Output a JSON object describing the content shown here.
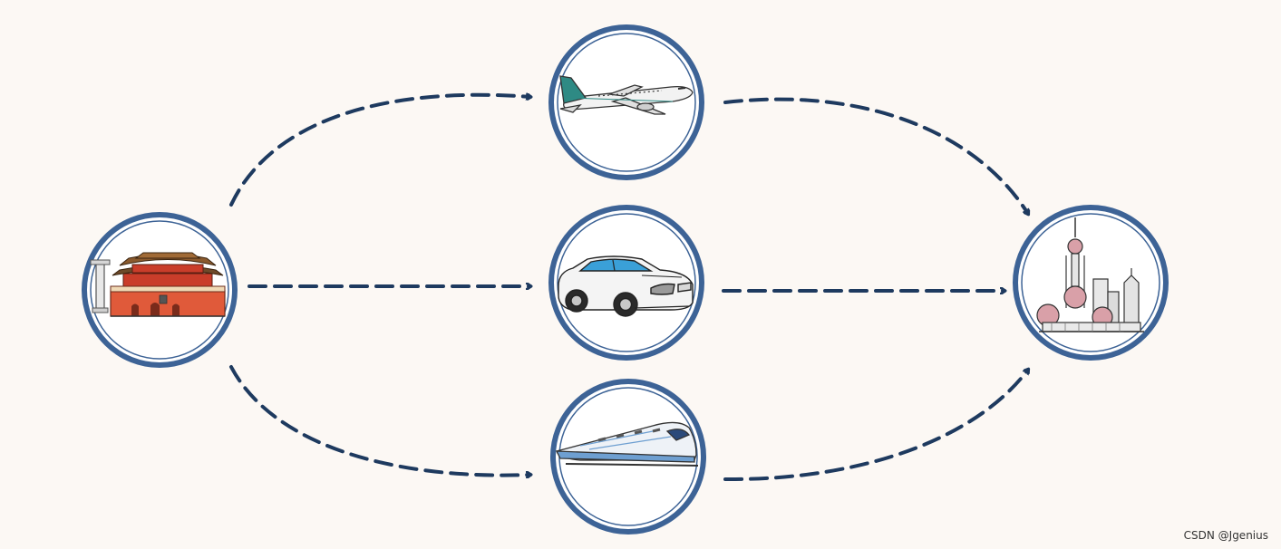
{
  "diagram": {
    "type": "travel-route-diagram",
    "colors": {
      "background": "#fcf8f4",
      "node_ring": "#3d6396",
      "arrow": "#1e3a5f"
    },
    "nodes": [
      {
        "id": "origin",
        "icon": "tiananmen-gate-icon"
      },
      {
        "id": "plane",
        "icon": "airplane-icon"
      },
      {
        "id": "car",
        "icon": "car-icon"
      },
      {
        "id": "train",
        "icon": "high-speed-train-icon"
      },
      {
        "id": "destination",
        "icon": "shanghai-skyline-icon"
      }
    ],
    "edges": [
      {
        "from": "origin",
        "to": "plane"
      },
      {
        "from": "origin",
        "to": "car"
      },
      {
        "from": "origin",
        "to": "train"
      },
      {
        "from": "plane",
        "to": "destination"
      },
      {
        "from": "car",
        "to": "destination"
      },
      {
        "from": "train",
        "to": "destination"
      }
    ]
  },
  "watermark": "CSDN @Jgenius"
}
